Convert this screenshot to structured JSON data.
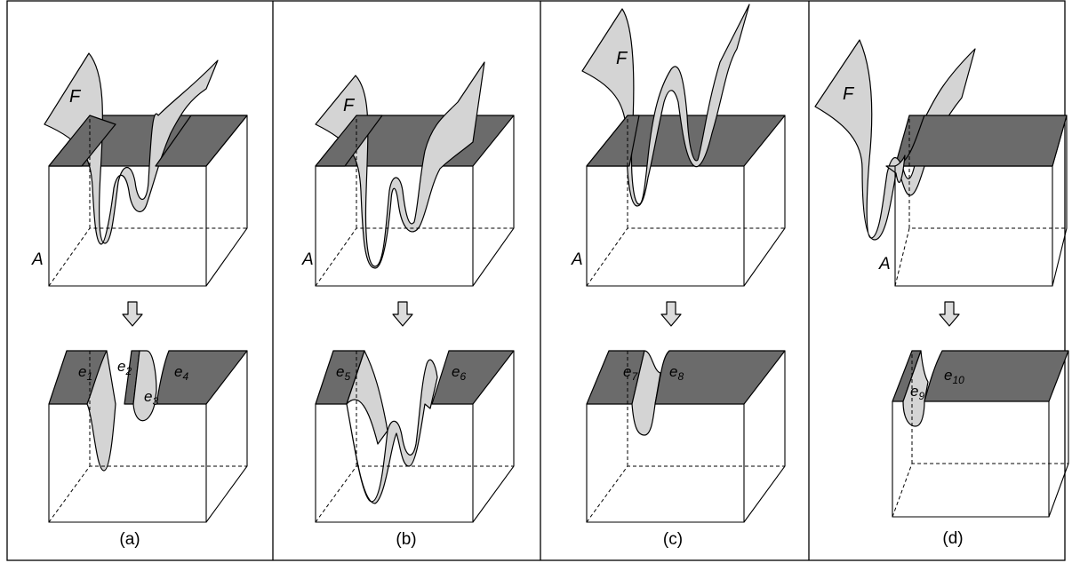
{
  "panels": [
    {
      "caption": "(a)",
      "surface_label": "F",
      "set_label": "A",
      "region_labels": [
        "e1",
        "e2",
        "e3",
        "e4"
      ]
    },
    {
      "caption": "(b)",
      "surface_label": "F",
      "set_label": "A",
      "region_labels": [
        "e5",
        "e6"
      ]
    },
    {
      "caption": "(c)",
      "surface_label": "F",
      "set_label": "A",
      "region_labels": [
        "e7",
        "e8"
      ]
    },
    {
      "caption": "(d)",
      "surface_label": "F",
      "set_label": "A",
      "region_labels": [
        "e9",
        "e10"
      ]
    }
  ]
}
